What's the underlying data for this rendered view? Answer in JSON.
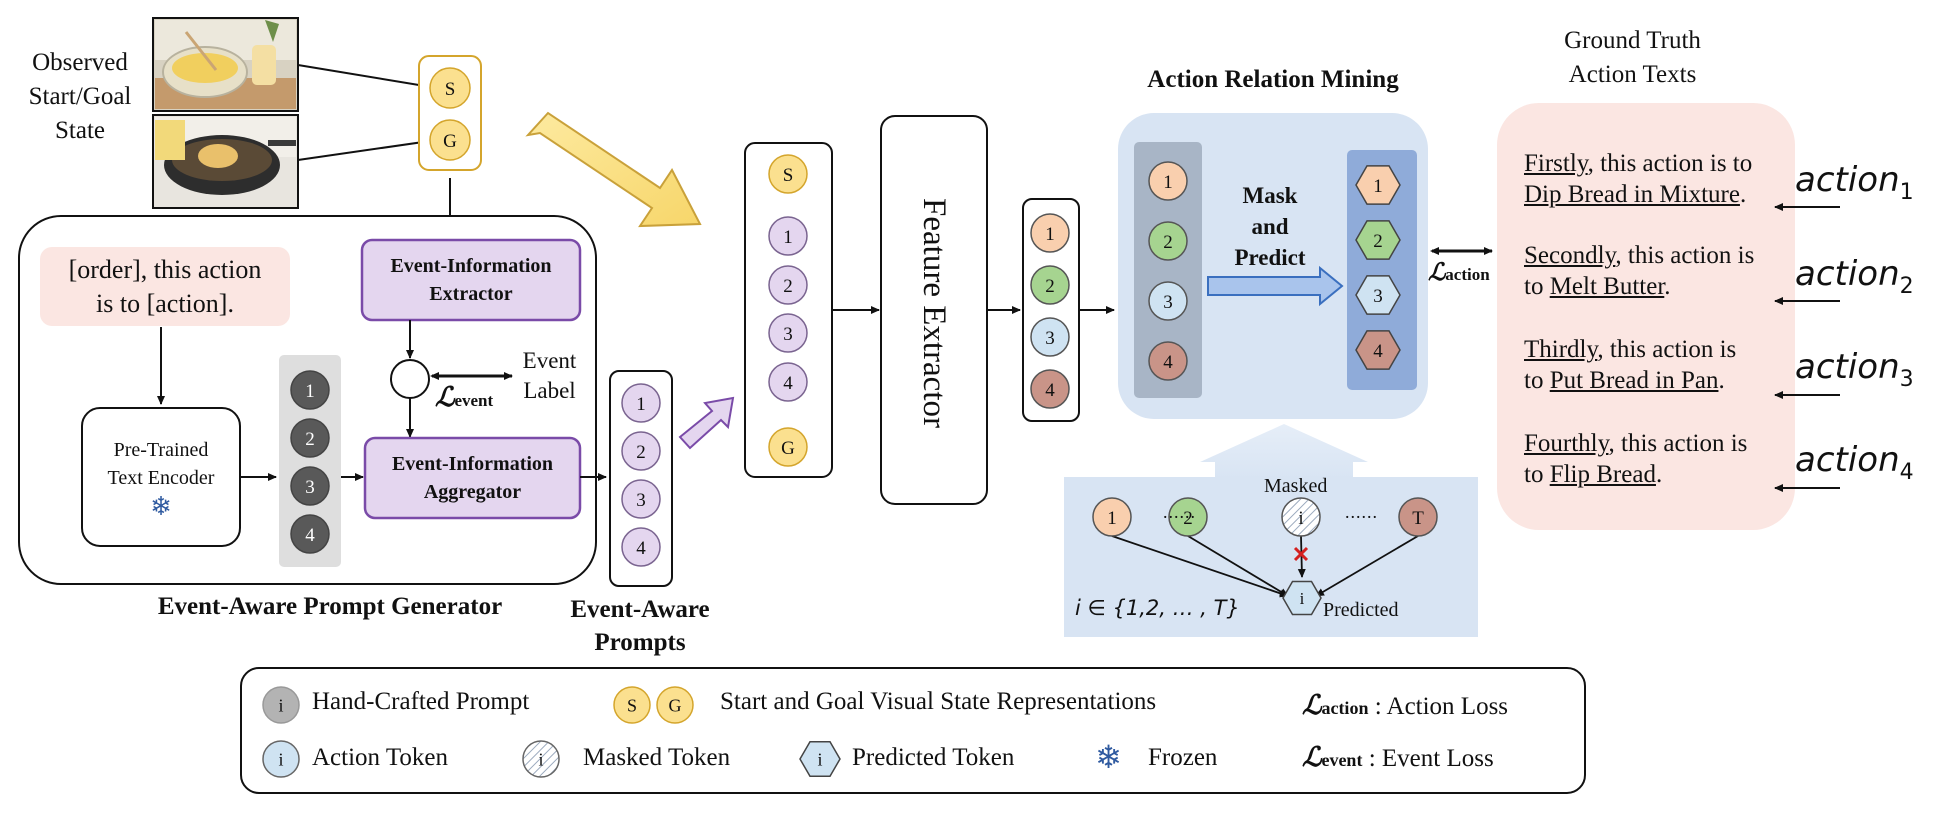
{
  "observed_label": [
    "Observed",
    "Start/Goal",
    "State"
  ],
  "start_token": "S",
  "goal_token": "G",
  "prompt_template": [
    "[order], this action",
    "is to [action]."
  ],
  "text_encoder": [
    "Pre-Trained",
    "Text Encoder"
  ],
  "event_extractor": [
    "Event-Information",
    "Extractor"
  ],
  "event_aggregator": [
    "Event-Information",
    "Aggregator"
  ],
  "event_label": [
    "Event",
    "Label"
  ],
  "loss_event": {
    "symbol": "ℒ",
    "sub": "event"
  },
  "loss_action": {
    "symbol": "ℒ",
    "sub": "action"
  },
  "hand_crafted_tokens": [
    "1",
    "2",
    "3",
    "4"
  ],
  "event_prompt_tokens": [
    "1",
    "2",
    "3",
    "4"
  ],
  "sequence_tokens": [
    "S",
    "1",
    "2",
    "3",
    "4",
    "G"
  ],
  "output_tokens": [
    "1",
    "2",
    "3",
    "4"
  ],
  "mining_tokens": [
    "1",
    "2",
    "3",
    "4"
  ],
  "predicted_tokens": [
    "1",
    "2",
    "3",
    "4"
  ],
  "generator_title": "Event-Aware Prompt Generator",
  "prompts_title": [
    "Event-Aware",
    "Prompts"
  ],
  "feature_extractor": "Feature Extractor",
  "mining_title": "Action Relation Mining",
  "mask_predict": [
    "Mask",
    "and",
    "Predict"
  ],
  "mask_panel": {
    "tokens": [
      "1",
      "2",
      "i",
      "T"
    ],
    "dots": "......",
    "masked_label": "Masked",
    "predicted_token": "i",
    "predicted_label": "Predicted",
    "set_label": "i ∈ {1,2, … , T}"
  },
  "ground_truth_title": [
    "Ground Truth",
    "Action Texts"
  ],
  "ground_truth": [
    {
      "order": "Firstly",
      "mid": ", this action is to",
      "pre": "",
      "action": "Dip Bread in Mixture",
      "end": "."
    },
    {
      "order": "Secondly",
      "mid": ", this action is",
      "pre": "to ",
      "action": "Melt Butter",
      "end": "."
    },
    {
      "order": "Thirdly",
      "mid": ", this action is",
      "pre": "to ",
      "action": "Put Bread in Pan",
      "end": "."
    },
    {
      "order": "Fourthly",
      "mid": ", this action is",
      "pre": "to ",
      "action": "Flip Bread",
      "end": "."
    }
  ],
  "action_labels": [
    {
      "base": "action",
      "sub": "1"
    },
    {
      "base": "action",
      "sub": "2"
    },
    {
      "base": "action",
      "sub": "3"
    },
    {
      "base": "action",
      "sub": "4"
    }
  ],
  "legend": {
    "hand_crafted": "Hand-Crafted Prompt",
    "sg_repr": "Start and Goal Visual State Representations",
    "action_token": "Action Token",
    "masked_token": "Masked Token",
    "predicted_token": "Predicted Token",
    "frozen": "Frozen",
    "action_loss": ": Action Loss",
    "event_loss": ": Event Loss",
    "i": "i",
    "s": "S",
    "g": "G"
  },
  "colors": {
    "purple_fill": "#e4d6ef",
    "purple_stroke": "#7a4ba8",
    "yellow": "#fbe08f",
    "yellow_stroke": "#d4a52c",
    "pink_panel": "#fbe6e2",
    "blue_panel": "#d8e4f3",
    "grey_token": "#595959",
    "orange_token": "#f9cfae",
    "green_token": "#a6d490",
    "lightblue_token": "#cfe3f2",
    "brown_token": "#c99488"
  }
}
